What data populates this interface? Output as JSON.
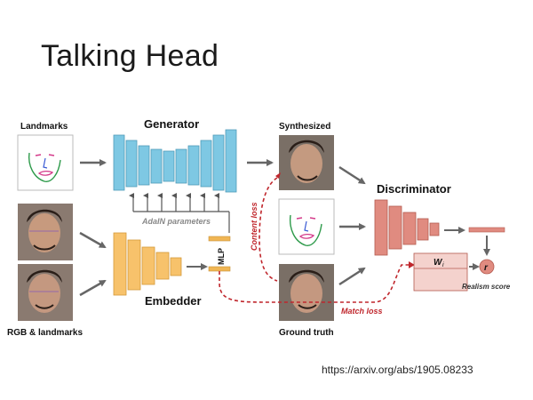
{
  "slide": {
    "title": "Talking Head",
    "source_url": "https://arxiv.org/abs/1905.08233"
  },
  "diagram": {
    "labels": {
      "landmarks": "Landmarks",
      "generator": "Generator",
      "synthesized": "Synthesized",
      "discriminator": "Discriminator",
      "adain_parameters": "AdaIN parameters",
      "mlp": "MLP",
      "embedder": "Embedder",
      "content_loss": "Content loss",
      "match_loss": "Match loss",
      "ground_truth": "Ground truth",
      "rgb_landmarks": "RGB & landmarks",
      "realism_score": "Realism score",
      "w_i": "W",
      "w_i_sub": "i",
      "r": "r"
    },
    "colors": {
      "generator": "#7ec8e3",
      "embedder": "#f7c26b",
      "discriminator": "#e08b80",
      "loss_line": "#c0272d",
      "arrow": "#666666"
    }
  }
}
